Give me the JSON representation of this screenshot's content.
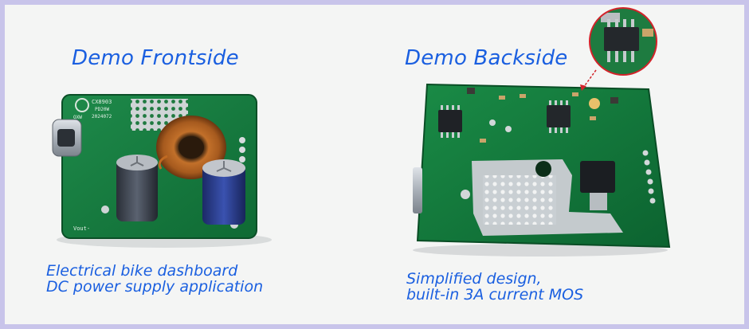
{
  "panel": {
    "background": "#f4f5f4",
    "border": "#c8c4ea",
    "text_color": "#1a5fe0"
  },
  "left": {
    "title": "Demo Frontside",
    "desc_line1": "Electrical bike dashboard",
    "desc_line2": "DC power supply application",
    "board_text": {
      "l1": "CX8903",
      "l2": "PD20W",
      "l3": "2024072",
      "brand": "OXW",
      "vout": "Vout-"
    }
  },
  "right": {
    "title": "Demo Backside",
    "desc_line1": "Simplified design,",
    "desc_line2": "built-in 3A current MOS"
  }
}
